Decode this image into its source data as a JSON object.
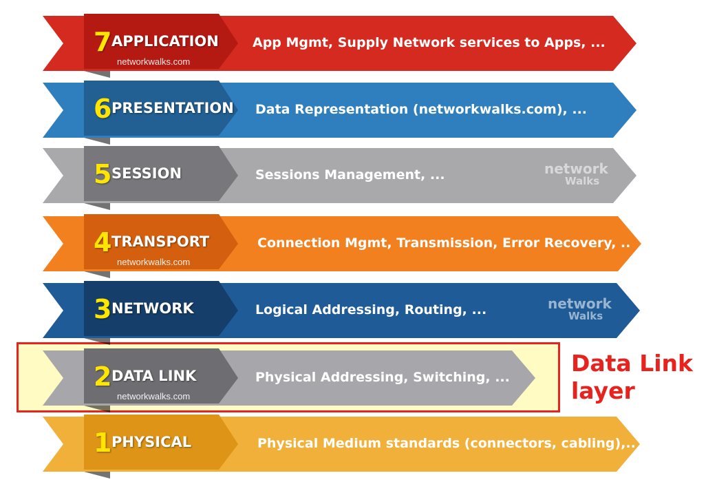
{
  "layers": [
    {
      "number": "7",
      "name": "APPLICATION",
      "description": "App Mgmt, Supply Network services to Apps, ...",
      "watermark": "networkwalks.com",
      "color": "#d42a1f",
      "tag_color": "#b51a12"
    },
    {
      "number": "6",
      "name": "PRESENTATION",
      "description": "Data Representation (networkwalks.com), ...",
      "watermark": "",
      "color": "#2f7fbf",
      "tag_color": "#225f92"
    },
    {
      "number": "5",
      "name": "SESSION",
      "description": "Sessions Management, ...",
      "watermark": "",
      "logo": [
        "network",
        "Walks"
      ],
      "color": "#a9a9ab",
      "tag_color": "#78787c"
    },
    {
      "number": "4",
      "name": "TRANSPORT",
      "description": "Connection Mgmt, Transmission, Error Recovery, ..",
      "watermark": "networkwalks.com",
      "color": "#f2801f",
      "tag_color": "#d4600f"
    },
    {
      "number": "3",
      "name": "NETWORK",
      "description": "Logical Addressing, Routing, ...",
      "watermark": "",
      "logo": [
        "network",
        "Walks"
      ],
      "color": "#1f5b96",
      "tag_color": "#153f6a"
    },
    {
      "number": "2",
      "name": "DATA LINK",
      "description": "Physical Addressing, Switching, ...",
      "watermark": "networkwalks.com",
      "color": "#a7a7ab",
      "tag_color": "#6e6e72"
    },
    {
      "number": "1",
      "name": "PHYSICAL",
      "description": "Physical Medium standards (connectors, cabling),..",
      "watermark": "",
      "color": "#f0b03a",
      "tag_color": "#dd9417"
    }
  ],
  "callout": {
    "line1": "Data Link",
    "line2": "layer",
    "color": "#e8231e"
  }
}
